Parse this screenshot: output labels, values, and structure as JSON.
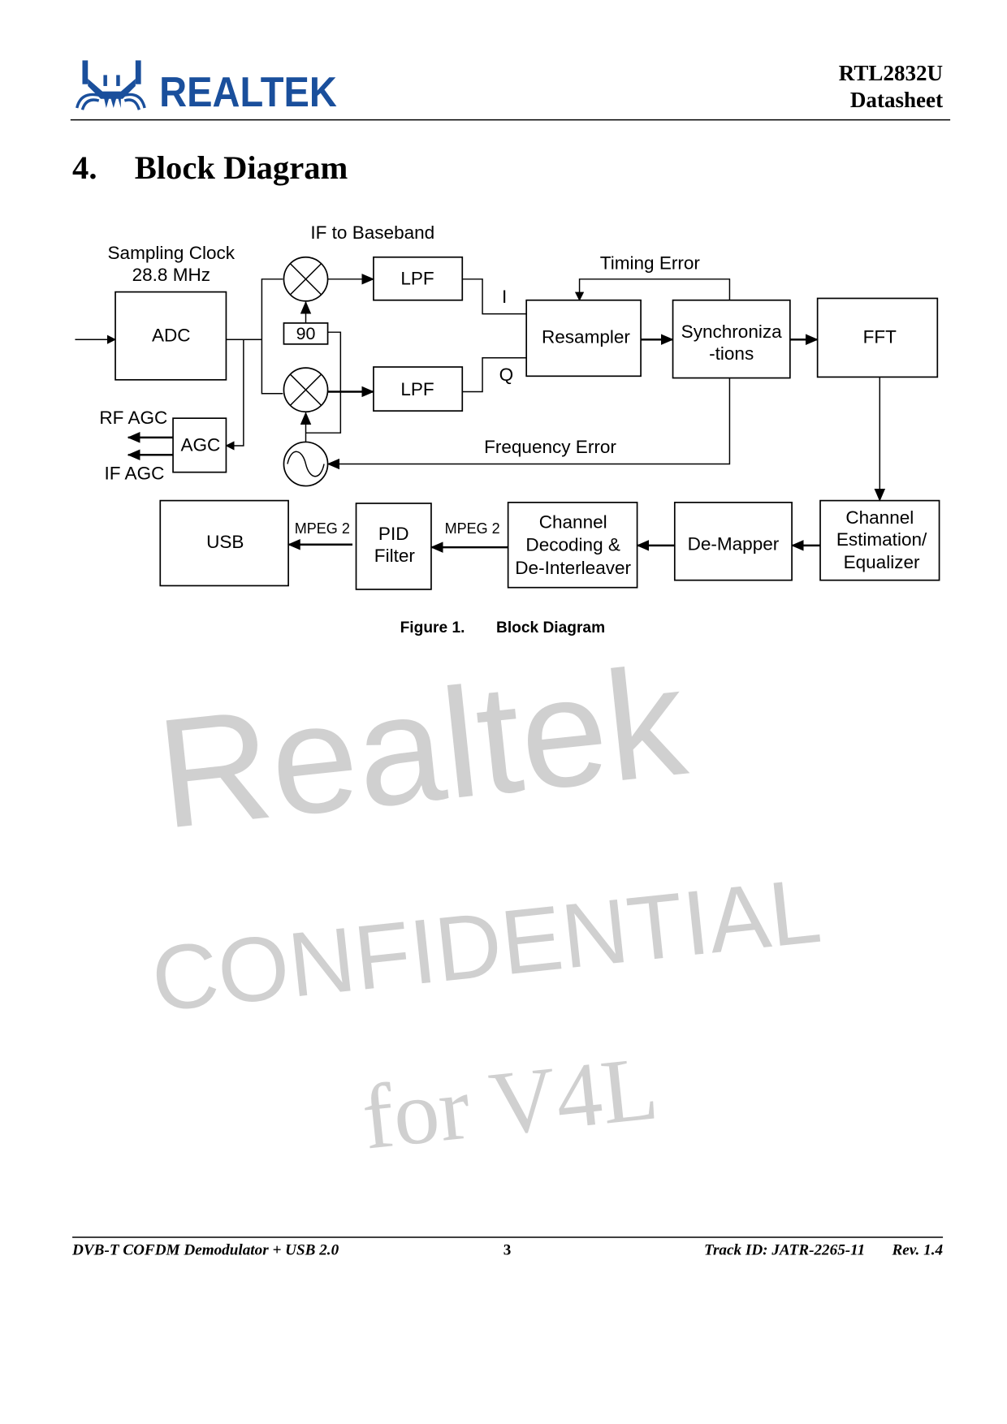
{
  "header": {
    "brand": "REALTEK",
    "doc_id": "RTL2832U",
    "doc_type": "Datasheet",
    "colors": {
      "brand": "#1a4f9c"
    }
  },
  "section": {
    "number": "4.",
    "title": "Block Diagram"
  },
  "diagram": {
    "if_to_baseband": "IF to Baseband",
    "sampling_clock": "Sampling Clock",
    "sampling_freq": "28.8 MHz",
    "adc": "ADC",
    "agc": "AGC",
    "rf_agc": "RF AGC",
    "if_agc": "IF AGC",
    "phase_shift": "90",
    "lpf_i": "LPF",
    "lpf_q": "LPF",
    "i_label": "I",
    "q_label": "Q",
    "resampler": "Resampler",
    "sync_line1": "Synchroniza",
    "sync_line2": "-tions",
    "timing_error": "Timing Error",
    "frequency_error": "Frequency Error",
    "fft": "FFT",
    "chest_line1": "Channel",
    "chest_line2": "Estimation/",
    "chest_line3": "Equalizer",
    "demapper": "De-Mapper",
    "chdec_line1": "Channel",
    "chdec_line2": "Decoding &",
    "chdec_line3": "De-Interleaver",
    "mpeg2_a": "MPEG 2",
    "pid_line1": "PID",
    "pid_line2": "Filter",
    "mpeg2_b": "MPEG 2",
    "usb": "USB"
  },
  "caption": {
    "number": "Figure 1.",
    "title": "Block Diagram"
  },
  "watermark": {
    "line1": "Realtek",
    "line2": "CONFIDENTIAL",
    "line3": "for V4L"
  },
  "footer": {
    "product": "DVB-T COFDM Demodulator + USB 2.0",
    "page": "3",
    "track_id": "Track ID: JATR-2265-11",
    "revision": "Rev. 1.4"
  }
}
